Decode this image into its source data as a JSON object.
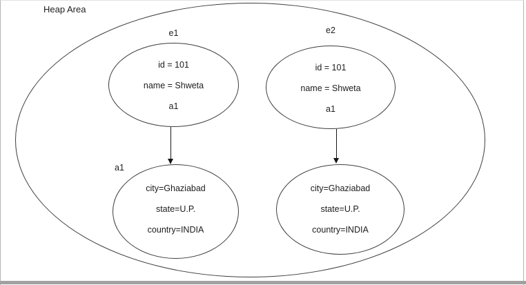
{
  "diagram": {
    "area_label": "Heap Area",
    "reference_objects": [
      {
        "name": "e1",
        "fields": [
          "id = 101",
          "name = Shweta",
          "a1"
        ]
      },
      {
        "name": "e2",
        "fields": [
          "id = 101",
          "name = Shweta",
          "a1"
        ]
      }
    ],
    "referenced_objects": [
      {
        "outside_label": "a1",
        "fields": [
          "city=Ghaziabad",
          "state=U.P.",
          "country=INDIA"
        ]
      },
      {
        "outside_label": "",
        "fields": [
          "city=Ghaziabad",
          "state=U.P.",
          "country=INDIA"
        ]
      }
    ],
    "arrows": [
      {
        "from": "e1",
        "to": "address-object-left"
      },
      {
        "from": "e2",
        "to": "address-object-right"
      }
    ],
    "colors": {
      "line": "#3c3c3c",
      "text": "#1c1c1c",
      "background": "#ffffff",
      "frame_border": "#b3b3b3",
      "bottom_bar": "#a1a1a1"
    }
  }
}
